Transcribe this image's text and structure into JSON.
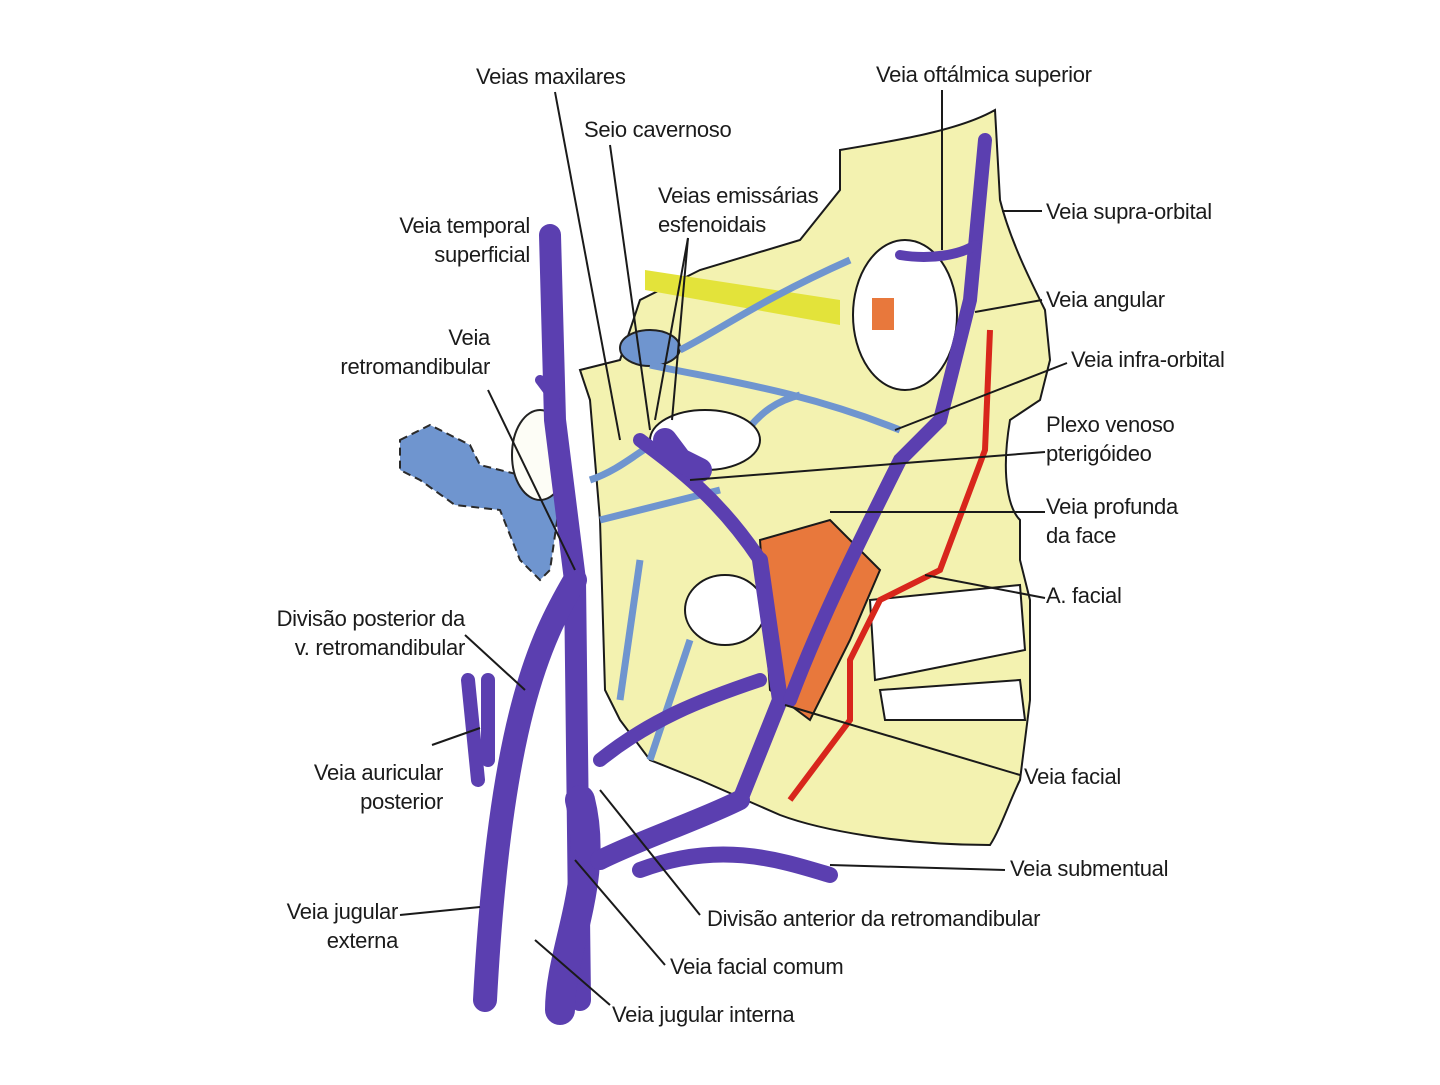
{
  "diagram": {
    "title": "Veins of the face and neck (lateral view)",
    "colors": {
      "vein": "#5b3fb0",
      "artery": "#d8261c",
      "muscle": "#e8783c",
      "bone_face": "#f3f2b0",
      "dural_sinus": "#6f95cf",
      "optic_nerve": "#e3e33a",
      "label_text": "#1b1b1b"
    },
    "labels": {
      "veias_maxilares": "Veias maxilares",
      "seio_cavernoso": "Seio cavernoso",
      "veias_emissarias_1": "Veias emissárias",
      "veias_emissarias_2": "esfenoidais",
      "veia_temporal_1": "Veia temporal",
      "veia_temporal_2": "superficial",
      "veia_retromandibular_1": "Veia",
      "veia_retromandibular_2": "retromandibular",
      "veia_oftalmica": "Veia oftálmica superior",
      "veia_supra_orbital": "Veia supra-orbital",
      "veia_angular": "Veia angular",
      "veia_infra_orbital": "Veia infra-orbital",
      "plexo_1": "Plexo venoso",
      "plexo_2": "pterigóideo",
      "veia_profunda_1": "Veia profunda",
      "veia_profunda_2": "da face",
      "a_facial": "A. facial",
      "divisao_posterior_1": "Divisão posterior da",
      "divisao_posterior_2": "v. retromandibular",
      "veia_auricular_1": "Veia auricular",
      "veia_auricular_2": "posterior",
      "veia_facial": "Veia facial",
      "veia_submentual": "Veia submentual",
      "divisao_anterior": "Divisão anterior da retromandibular",
      "veia_jugular_externa_1": "Veia jugular",
      "veia_jugular_externa_2": "externa",
      "veia_facial_comum": "Veia facial comum",
      "veia_jugular_interna": "Veia jugular interna"
    }
  }
}
